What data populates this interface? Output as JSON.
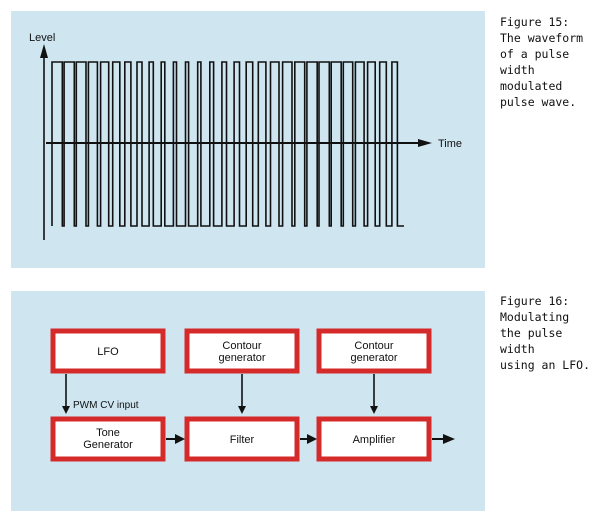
{
  "figure15": {
    "caption": "Figure 15:\nThe waveform\nof a pulse width\nmodulated\npulse wave.",
    "y_axis_label": "Level",
    "x_axis_label": "Time"
  },
  "figure16": {
    "caption": "Figure 16:\nModulating\nthe pulse width\nusing an LFO.",
    "blocks": {
      "lfo": "LFO",
      "contour1_line1": "Contour",
      "contour1_line2": "generator",
      "contour2_line1": "Contour",
      "contour2_line2": "generator",
      "tone_line1": "Tone",
      "tone_line2": "Generator",
      "filter": "Filter",
      "amplifier": "Amplifier"
    },
    "pwm_label": "PWM CV input"
  },
  "colors": {
    "panel": "#cfe6f1",
    "block_border": "#d42a2a",
    "block_fill": "#ffffff",
    "line": "#111111"
  }
}
